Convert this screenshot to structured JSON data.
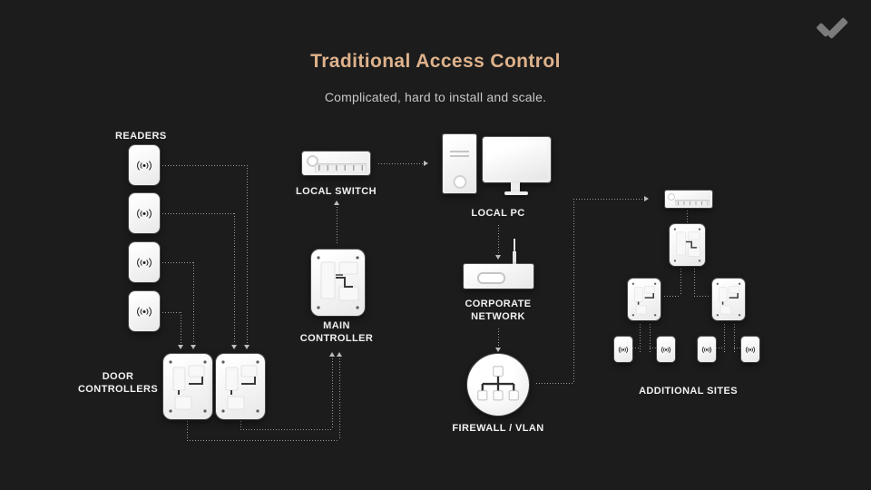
{
  "slide": {
    "title": "Traditional Access Control",
    "subtitle": "Complicated, hard to install and scale.",
    "background_color": "#1c1c1d",
    "title_color": "#deb28b",
    "subtitle_color": "#c7c7c7",
    "label_color": "#f2f2f2",
    "line_color": "#9a9a9a",
    "device_color": "#ffffff"
  },
  "brand": {
    "logo_icon": "checkmark-chevron-logo",
    "logo_color": "#7b7b7b"
  },
  "diagram": {
    "left_site": {
      "readers_label": "READERS",
      "readers_count": 4,
      "door_controllers_label": "DOOR CONTROLLERS",
      "door_controllers_count": 2,
      "main_controller_label": "MAIN CONTROLLER",
      "local_switch_label": "LOCAL SWITCH"
    },
    "network": {
      "local_pc_label": "LOCAL PC",
      "corporate_network_label": "CORPORATE NETWORK",
      "firewall_label": "FIREWALL / VLAN"
    },
    "remote_site": {
      "label": "ADDITIONAL SITES",
      "switch_count": 1,
      "main_controller_count": 1,
      "door_controllers_count": 2,
      "readers_count": 4
    },
    "icons": {
      "reader": "contactless-signal-icon",
      "controller": "circuit-board-icon",
      "switch": "switch-ports-icon",
      "pc": "tower-and-monitor-icon",
      "corporate_network": "router-antenna-icon",
      "firewall": "network-tree-icon"
    }
  }
}
